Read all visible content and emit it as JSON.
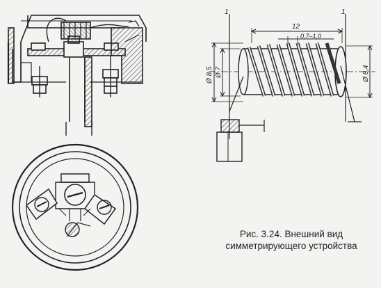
{
  "caption": {
    "line1": "Рис. 3.24. Внешний вид",
    "line2": "симметрирующего устройства"
  },
  "dimensions": {
    "length": "12",
    "pitch": "0,7–1,0",
    "outer_dia": "Ø 8,5",
    "inner_dia": "Ø 7",
    "right_dia": "Ø 8,4",
    "mark_left": "1",
    "mark_right": "1"
  },
  "colors": {
    "ink": "#222222",
    "paper": "#f3f3f1",
    "hatch": "#555555"
  }
}
